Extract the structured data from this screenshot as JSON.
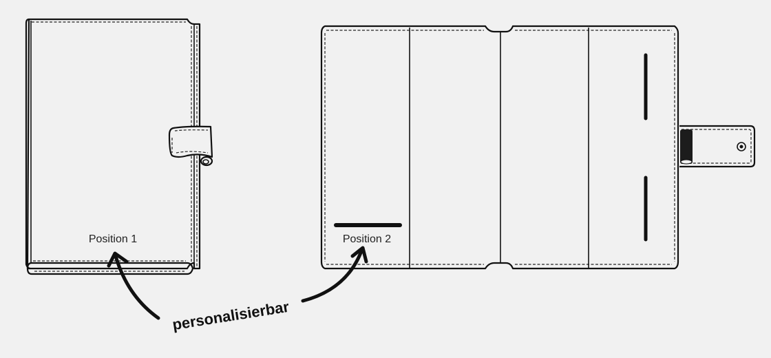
{
  "labels": {
    "position_1": "Position 1",
    "position_2": "Position 2",
    "personalizable": "personalisierbar"
  },
  "colors": {
    "background": "#f1f1f1",
    "line": "#111111"
  }
}
